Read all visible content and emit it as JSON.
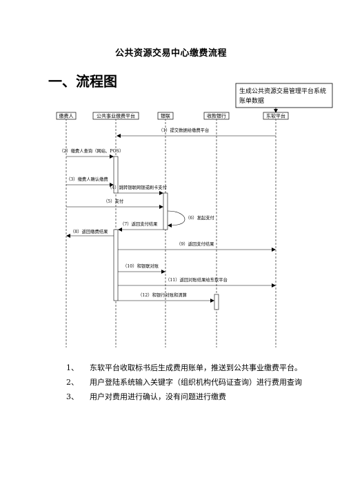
{
  "document": {
    "title": "公共资源交易中心缴费流程",
    "section_heading": "一、流程图"
  },
  "diagram": {
    "note": {
      "line1": "生成公共资源交易管理平台系统",
      "line2": "账单数据"
    },
    "actors": [
      {
        "id": "payer",
        "label": "缴费人"
      },
      {
        "id": "platform",
        "label": "公共事业缴费平台"
      },
      {
        "id": "unionpay",
        "label": "银联"
      },
      {
        "id": "bank",
        "label": "收款银行"
      },
      {
        "id": "neusoft",
        "label": "东软平台"
      }
    ],
    "messages": [
      {
        "label": "（1）提交数据给缴费平台"
      },
      {
        "label": "（2）缴费人查询（网站、POS）"
      },
      {
        "label": "（3）缴费人确认缴费"
      },
      {
        "label": "（4）跳转银联网银或刷卡支付"
      },
      {
        "label": "（5）支付"
      },
      {
        "label": "（6）发起支付"
      },
      {
        "label": "（7）返回支付结果"
      },
      {
        "label": "（8）返回缴费结果"
      },
      {
        "label": "（9）返回支付结果"
      },
      {
        "label": "（10）和银联对账"
      },
      {
        "label": "（11）返回对账结果给东软平台"
      },
      {
        "label": "（12）和银行对账和清算"
      }
    ]
  },
  "steps": [
    {
      "number": "1、",
      "text": "东软平台收取标书后生成费用账单，推送到公共事业缴费平台。"
    },
    {
      "number": "2、",
      "text": "用户登陆系统输入关键字（组织机构代码证查询）进行费用查询"
    },
    {
      "number": "3、",
      "text": "用户对费用进行确认，没有问题进行缴费"
    }
  ]
}
